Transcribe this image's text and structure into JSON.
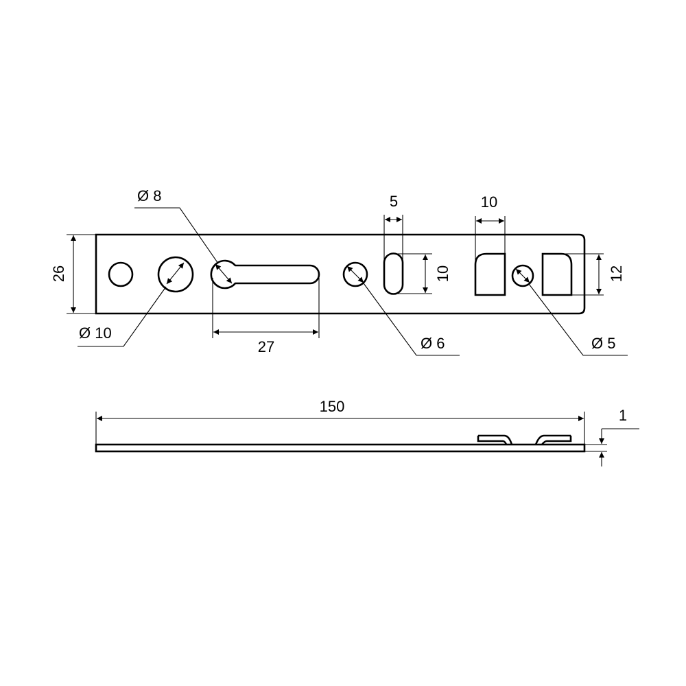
{
  "drawing": {
    "top_view": {
      "height_label": "26",
      "hole_large_label": "Ø 10",
      "keyhole_label": "Ø 8",
      "slot_length_label": "27",
      "hole_mid_label": "Ø 6",
      "slot_width_label": "5",
      "slot_height_label": "10",
      "window_width_label": "10",
      "hole_small_label": "Ø 5",
      "window_height_label": "12"
    },
    "side_view": {
      "length_label": "150",
      "thickness_label": "1"
    },
    "line_color": "#000000"
  }
}
